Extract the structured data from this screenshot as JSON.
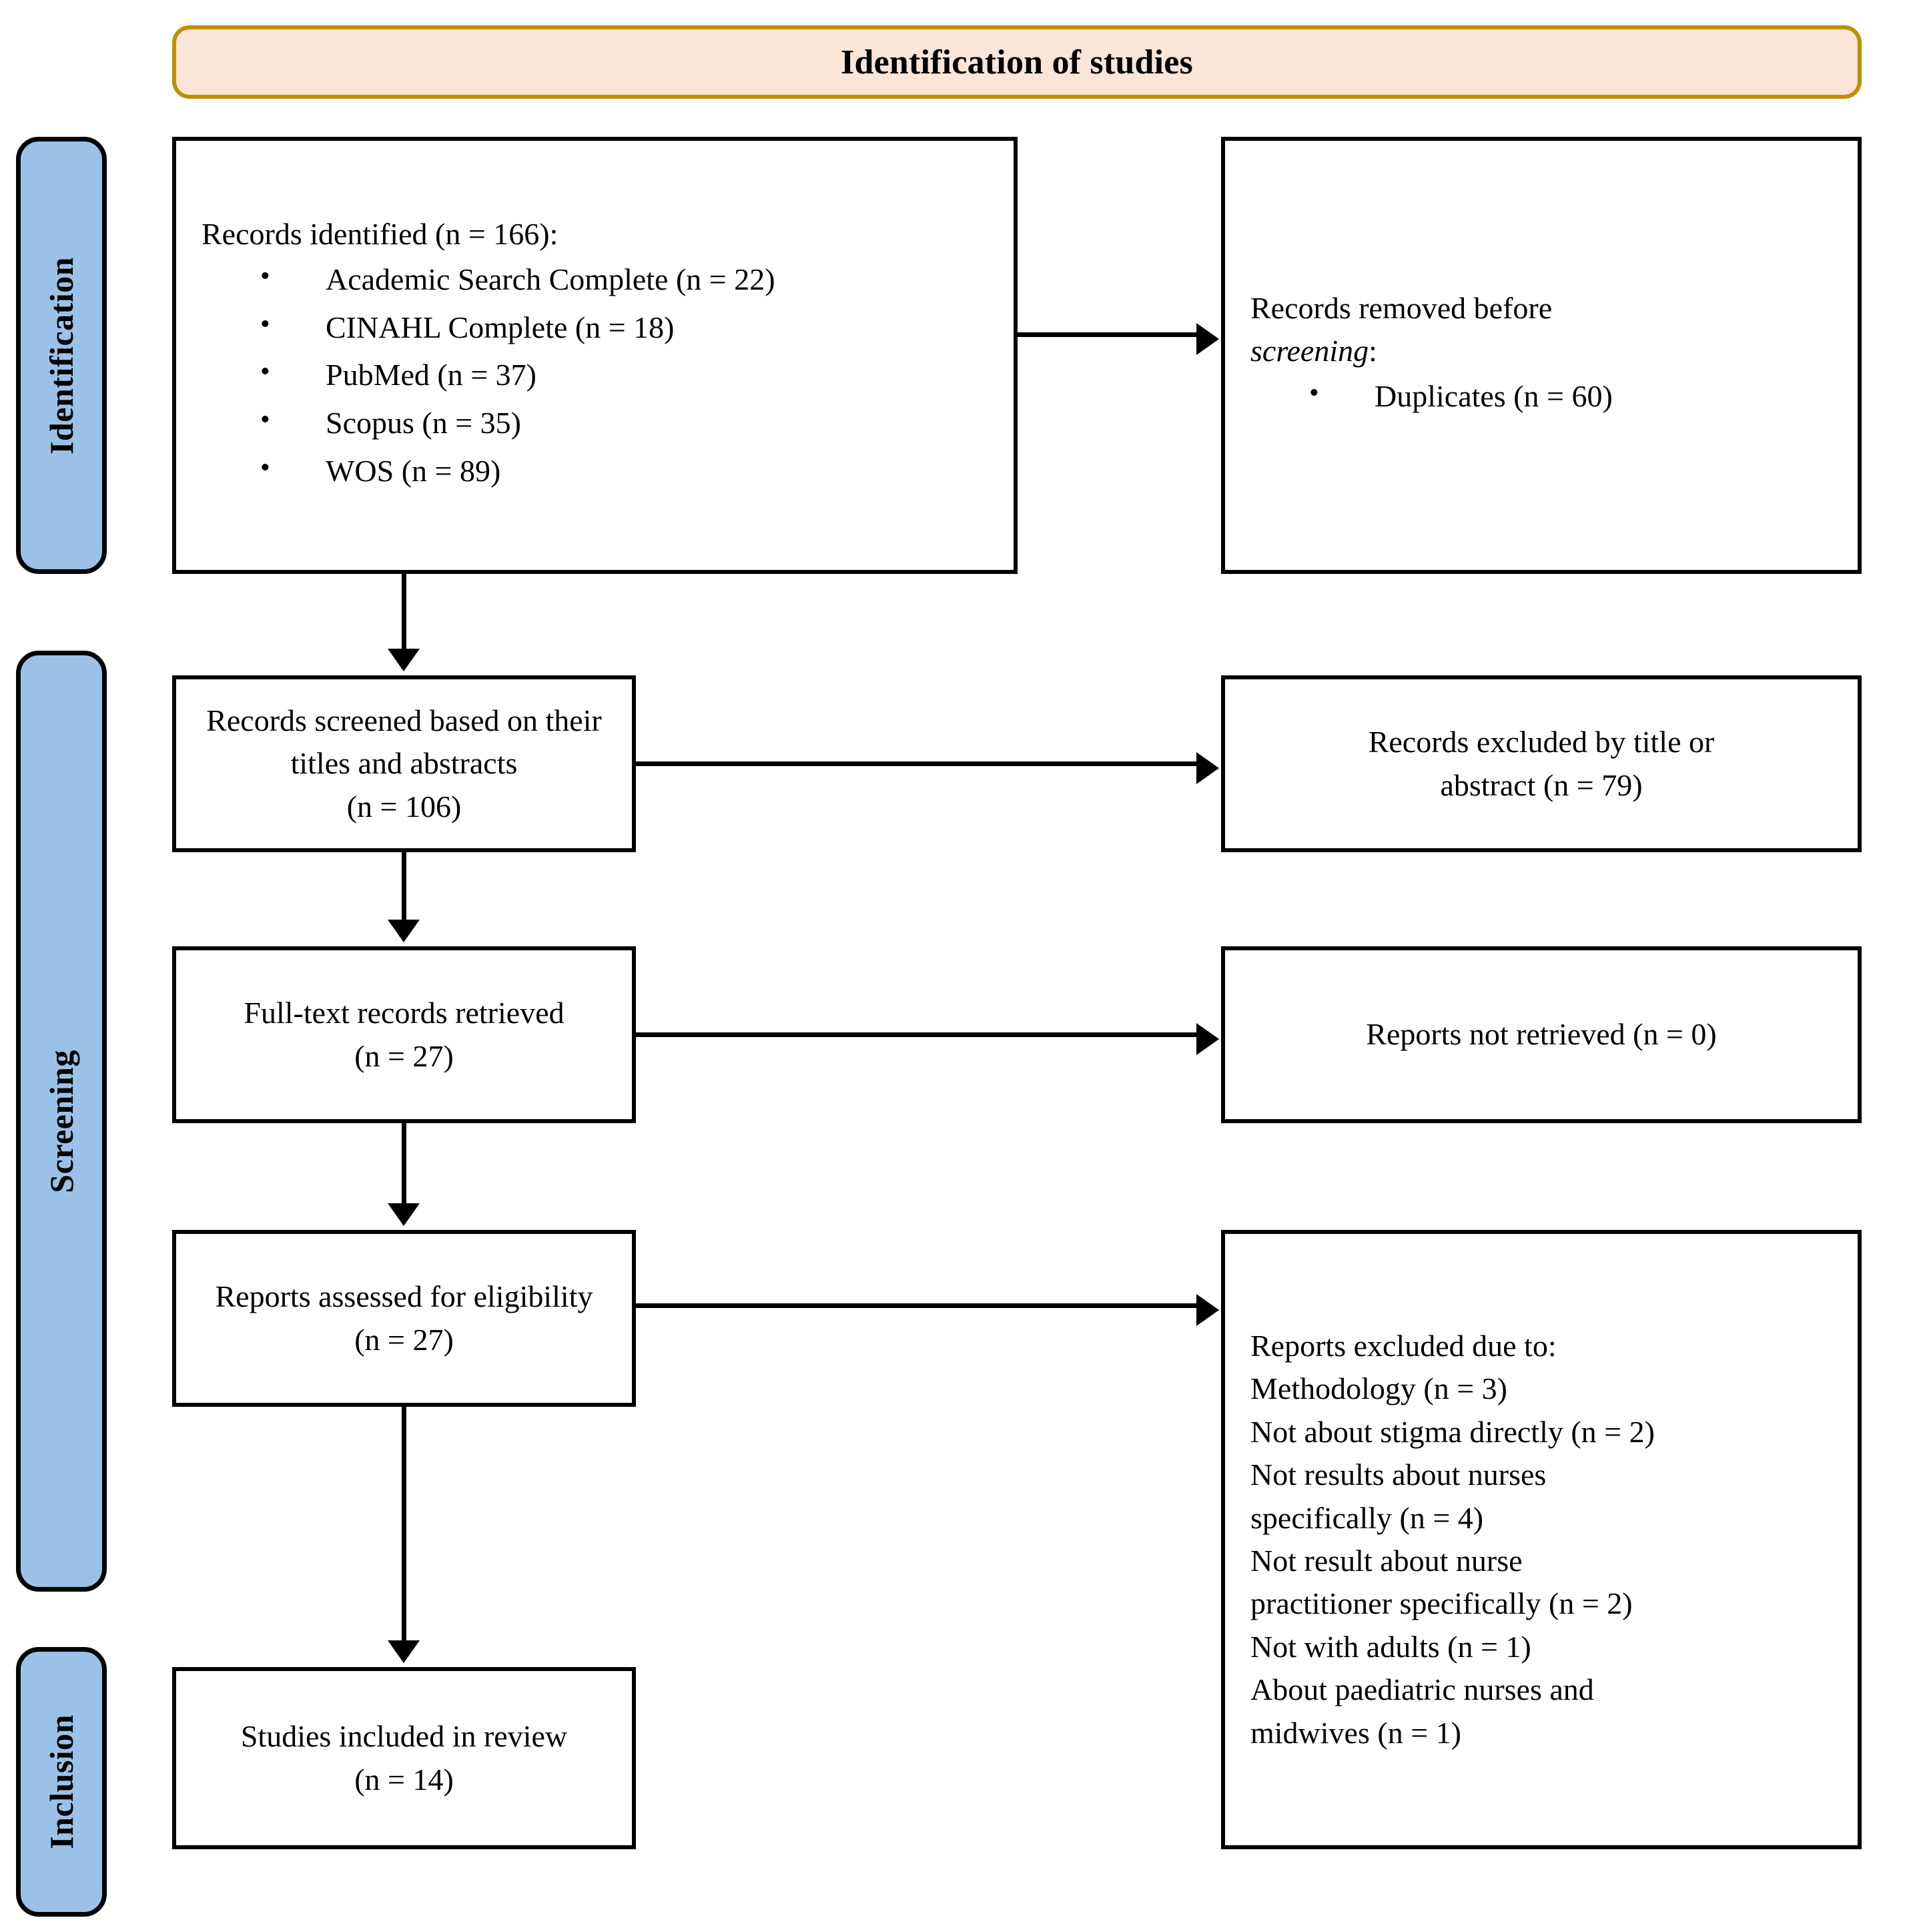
{
  "header": {
    "title": "Identification of studies",
    "fill_color": "#FBE5D6",
    "border_color": "#BF8F00"
  },
  "stages": [
    {
      "id": "identification",
      "label": "Identification",
      "fill_color": "#9BC2E6"
    },
    {
      "id": "screening",
      "label": "Screening",
      "fill_color": "#9BC2E6"
    },
    {
      "id": "inclusion",
      "label": "Inclusion",
      "fill_color": "#9BC2E6"
    }
  ],
  "boxes": {
    "identified": {
      "lead": "Records identified (n = 166):",
      "items": [
        "Academic Search Complete (n = 22)",
        "CINAHL Complete (n = 18)",
        "PubMed (n = 37)",
        "Scopus (n = 35)",
        "WOS (n = 89)"
      ]
    },
    "removed": {
      "line1": "Records removed before",
      "line2_italic": "screening",
      "line2_tail": ":",
      "items": [
        "Duplicates (n = 60)"
      ]
    },
    "screened": {
      "line1": "Records screened based on their",
      "line2": "titles and abstracts",
      "line3": "(n = 106)"
    },
    "excluded_title": {
      "line1": "Records excluded by title or",
      "line2": "abstract (n = 79)"
    },
    "fulltext": {
      "line1": "Full-text records retrieved",
      "line2": "(n = 27)"
    },
    "not_retrieved": {
      "line1": "Reports not retrieved (n = 0)"
    },
    "eligibility": {
      "line1": "Reports assessed for eligibility",
      "line2": "(n = 27)"
    },
    "reports_excluded": {
      "lead": "Reports excluded due to:",
      "reasons": [
        "Methodology (n = 3)",
        "Not about stigma directly (n = 2)",
        "Not results about nurses",
        "specifically (n = 4)",
        "Not result about nurse",
        "practitioner specifically (n = 2)",
        "Not with adults (n = 1)",
        "About paediatric nurses and",
        "midwives (n = 1)"
      ]
    },
    "included": {
      "line1": "Studies included in review",
      "line2": "(n = 14)"
    }
  },
  "chart_data": {
    "type": "diagram",
    "title": "Identification of studies",
    "nodes": [
      {
        "id": "identified",
        "stage": "Identification",
        "label": "Records identified",
        "n": 166,
        "breakdown": [
          {
            "source": "Academic Search Complete",
            "n": 22
          },
          {
            "source": "CINAHL Complete",
            "n": 18
          },
          {
            "source": "PubMed",
            "n": 37
          },
          {
            "source": "Scopus",
            "n": 35
          },
          {
            "source": "WOS",
            "n": 89
          }
        ]
      },
      {
        "id": "removed",
        "stage": "Identification",
        "label": "Records removed before screening",
        "breakdown": [
          {
            "reason": "Duplicates",
            "n": 60
          }
        ]
      },
      {
        "id": "screened",
        "stage": "Screening",
        "label": "Records screened based on their titles and abstracts",
        "n": 106
      },
      {
        "id": "excluded_title",
        "stage": "Screening",
        "label": "Records excluded by title or abstract",
        "n": 79
      },
      {
        "id": "fulltext",
        "stage": "Screening",
        "label": "Full-text records retrieved",
        "n": 27
      },
      {
        "id": "not_retrieved",
        "stage": "Screening",
        "label": "Reports not retrieved",
        "n": 0
      },
      {
        "id": "eligibility",
        "stage": "Screening",
        "label": "Reports assessed for eligibility",
        "n": 27
      },
      {
        "id": "reports_excluded",
        "stage": "Screening",
        "label": "Reports excluded due to",
        "breakdown": [
          {
            "reason": "Methodology",
            "n": 3
          },
          {
            "reason": "Not about stigma directly",
            "n": 2
          },
          {
            "reason": "Not results about nurses specifically",
            "n": 4
          },
          {
            "reason": "Not result about nurse practitioner specifically",
            "n": 2
          },
          {
            "reason": "Not with adults",
            "n": 1
          },
          {
            "reason": "About paediatric nurses and midwives",
            "n": 1
          }
        ]
      },
      {
        "id": "included",
        "stage": "Inclusion",
        "label": "Studies included in review",
        "n": 14
      }
    ],
    "edges": [
      {
        "from": "identified",
        "to": "removed",
        "direction": "right"
      },
      {
        "from": "identified",
        "to": "screened",
        "direction": "down"
      },
      {
        "from": "screened",
        "to": "excluded_title",
        "direction": "right"
      },
      {
        "from": "screened",
        "to": "fulltext",
        "direction": "down"
      },
      {
        "from": "fulltext",
        "to": "not_retrieved",
        "direction": "right"
      },
      {
        "from": "fulltext",
        "to": "eligibility",
        "direction": "down"
      },
      {
        "from": "eligibility",
        "to": "reports_excluded",
        "direction": "right"
      },
      {
        "from": "eligibility",
        "to": "included",
        "direction": "down"
      }
    ]
  }
}
